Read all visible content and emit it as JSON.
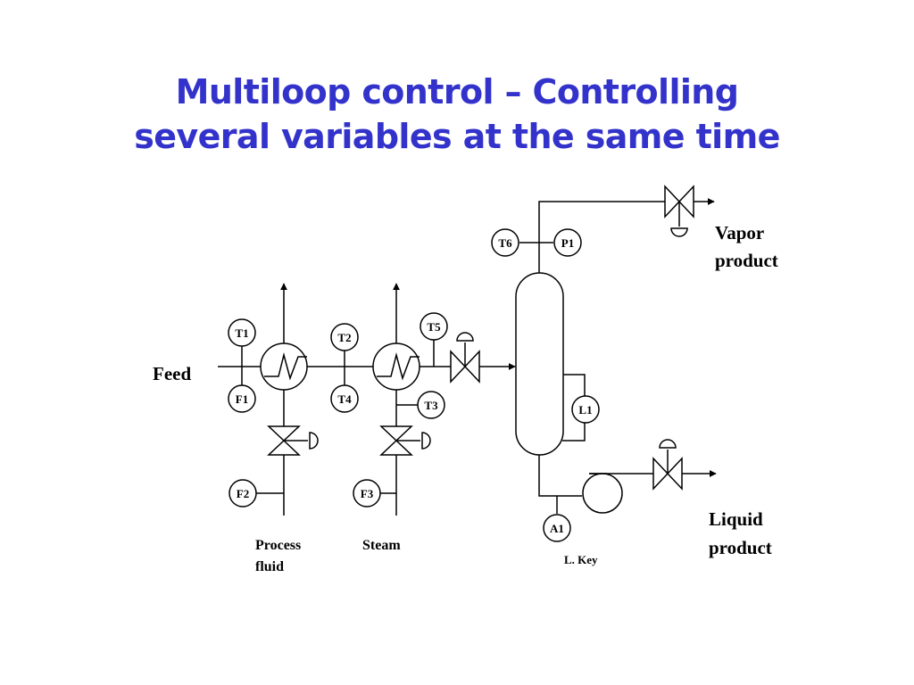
{
  "title": {
    "line1": "Multiloop control – Controlling",
    "line2": "several variables at the same time"
  },
  "labels": {
    "feed": "Feed",
    "vapor_1": "Vapor",
    "vapor_2": "product",
    "liquid_1": "Liquid",
    "liquid_2": "product",
    "process_1": "Process",
    "process_2": "fluid",
    "steam": "Steam",
    "lkey": "L. Key"
  },
  "instruments": {
    "T1": "T1",
    "F1": "F1",
    "T2": "T2",
    "T4": "T4",
    "T5": "T5",
    "T3": "T3",
    "F2": "F2",
    "F3": "F3",
    "T6": "T6",
    "P1": "P1",
    "L1": "L1",
    "A1": "A1"
  }
}
